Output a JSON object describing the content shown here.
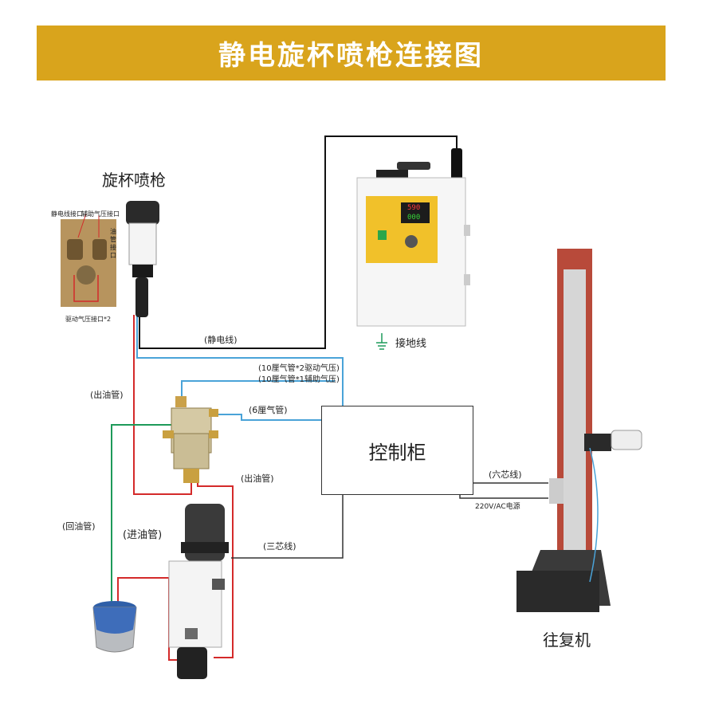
{
  "title": "静电旋杯喷枪连接图",
  "labels": {
    "spray_gun": "旋杯喷枪",
    "port_static": "静电线接口",
    "port_aux_air": "辅助气压接口",
    "port_oil": "油管接口",
    "port_drive_air": "驱动气压接口*2",
    "static_line": "(静电线)",
    "ground_line": "接地线",
    "air_tube_drive": "(10厘气管*2驱动气压)",
    "air_tube_aux": "(10厘气管*1辅助气压)",
    "air_tube_6": "(6厘气管)",
    "oil_out_1": "(出油管)",
    "oil_out_2": "(出油管)",
    "oil_return": "(回油管)",
    "oil_in": "(进油管)",
    "control_cabinet": "控制柜",
    "six_core": "(六芯线)",
    "power": "220V/AC电源",
    "three_core": "(三芯线)",
    "reciprocator": "往复机",
    "display_top": "590",
    "display_bottom": "000"
  },
  "colors": {
    "banner": "#d9a41c",
    "static_wire": "#111111",
    "air_tube": "#4aa3d8",
    "oil_red": "#d42a2a",
    "oil_green": "#1e9a5a",
    "panel_yellow": "#f1c12a"
  }
}
